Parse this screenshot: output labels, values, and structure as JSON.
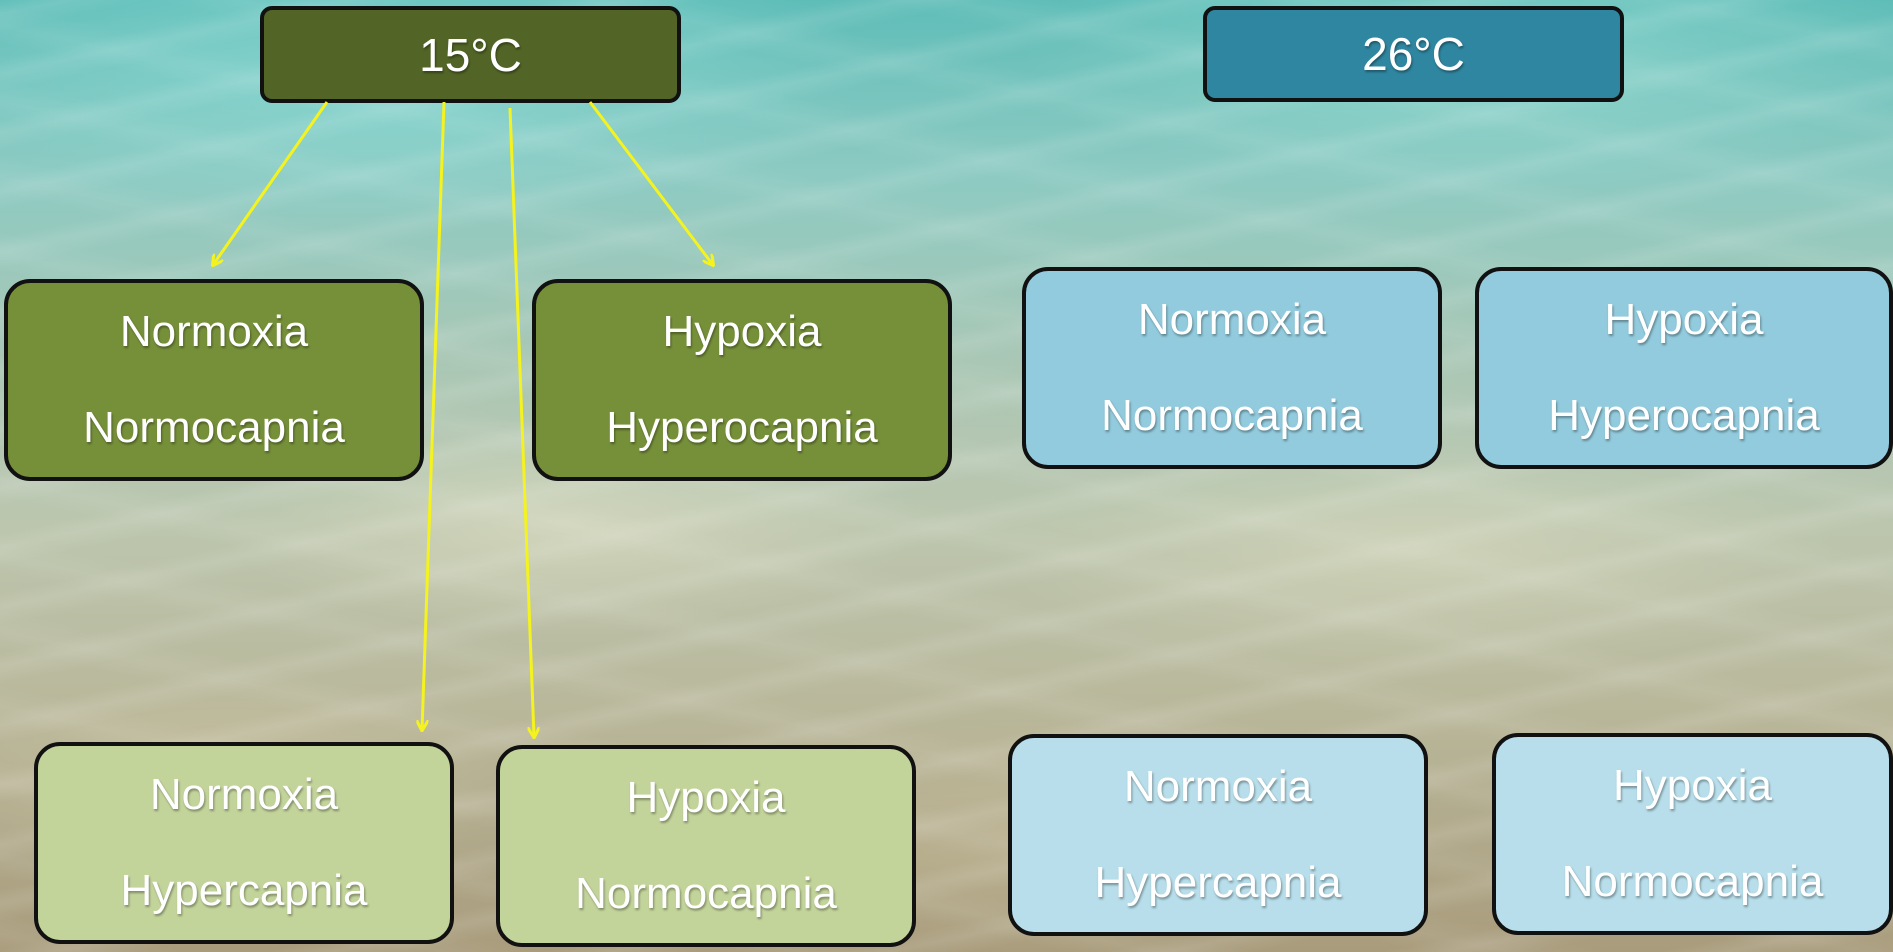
{
  "temp_15": {
    "label": "15°C",
    "color": "#526526",
    "boxes": [
      {
        "line1": "Normoxia",
        "line2": "Normocapnia",
        "color": "#76903a"
      },
      {
        "line1": "Hypoxia",
        "line2": "Hyperocapnia",
        "color": "#76903a"
      },
      {
        "line1": "Normoxia",
        "line2": "Hypercapnia",
        "color": "#c3d49b"
      },
      {
        "line1": "Hypoxia",
        "line2": "Normocapnia",
        "color": "#c3d49b"
      }
    ]
  },
  "temp_26": {
    "label": "26°C",
    "color": "#2f86a0",
    "boxes": [
      {
        "line1": "Normoxia",
        "line2": "Normocapnia",
        "color": "#92cbdd"
      },
      {
        "line1": "Hypoxia",
        "line2": "Hyperocapnia",
        "color": "#92cbdd"
      },
      {
        "line1": "Normoxia",
        "line2": "Hypercapnia",
        "color": "#b7deea"
      },
      {
        "line1": "Hypoxia",
        "line2": "Normocapnia",
        "color": "#b7deea"
      }
    ]
  },
  "arrow_color": "#f4f31e"
}
